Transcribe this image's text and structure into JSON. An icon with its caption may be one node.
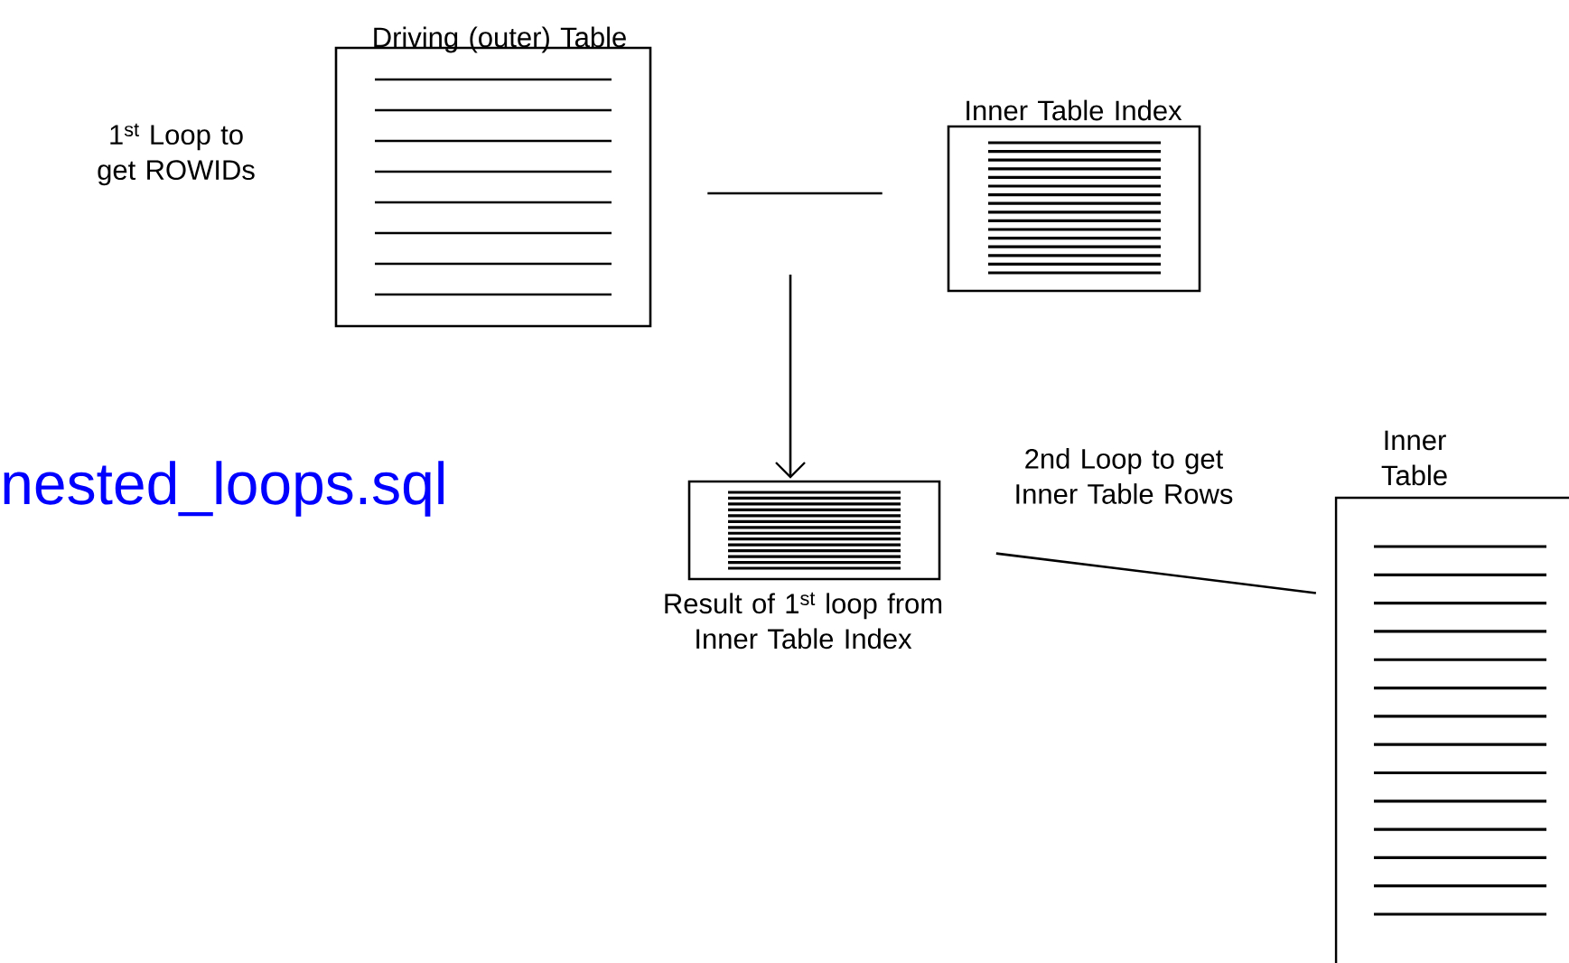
{
  "diagram": {
    "nodes": [
      {
        "text": [
          "Driving (outer) Table"
        ]
      },
      {
        "text": [
          "Inner Table Index"
        ]
      },
      {
        "text": [
          "Result of 1$^{st}$ loop from Inner Table Index"
        ]
      },
      {
        "text": [
          "Inner Table"
        ]
      }
    ],
    "edges": [
      {
        "from": 0,
        "to": 1,
        "arrow": "none"
      },
      {
        "from": null,
        "to": 2,
        "arrow": "to"
      },
      {
        "from": 2,
        "to": 3,
        "arrow": "none"
      }
    ],
    "labels": [
      "1$^{st}$ Loop to get ROWIDs",
      "2nd Loop to get Inner Table Rows",
      "nested_loops.sql"
    ]
  }
}
